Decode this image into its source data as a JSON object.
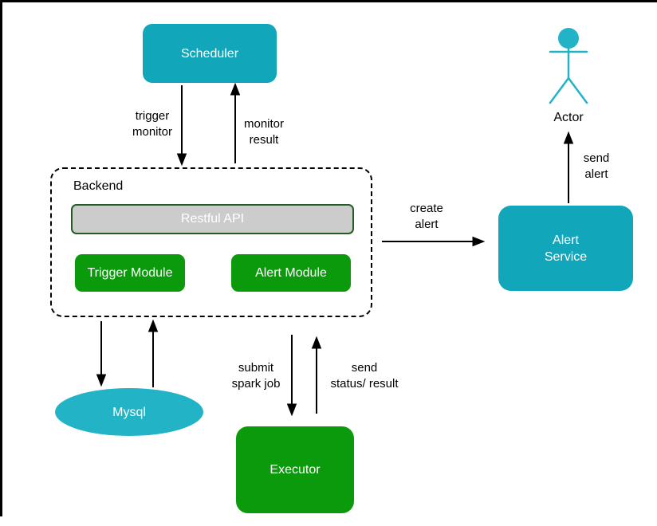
{
  "colors": {
    "teal": "#12a6bb",
    "cyan": "#23b3c7",
    "green": "#0b9a0b",
    "api_fill": "#cccccc",
    "api_border": "#245c24"
  },
  "nodes": {
    "scheduler": {
      "label": "Scheduler"
    },
    "backend": {
      "label": "Backend"
    },
    "restful_api": {
      "label": "Restful API"
    },
    "trigger_module": {
      "label": "Trigger Module"
    },
    "alert_module": {
      "label": "Alert Module"
    },
    "alert_service": {
      "label": "Alert\nService"
    },
    "actor": {
      "label": "Actor"
    },
    "mysql": {
      "label": "Mysql"
    },
    "executor": {
      "label": "Executor"
    }
  },
  "edges": {
    "trigger_monitor": {
      "label": "trigger\nmonitor"
    },
    "monitor_result": {
      "label": "monitor\nresult"
    },
    "create_alert": {
      "label": "create\nalert"
    },
    "send_alert": {
      "label": "send\nalert"
    },
    "submit_spark_job": {
      "label": "submit\nspark job"
    },
    "send_status_result": {
      "label": "send\nstatus/ result"
    }
  }
}
